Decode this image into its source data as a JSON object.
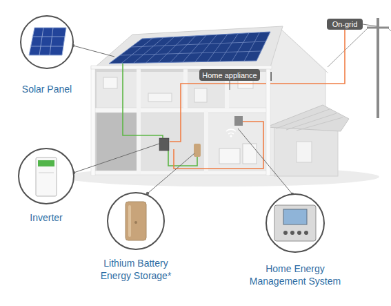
{
  "diagram": {
    "nodes": [
      {
        "text": [
          "Solar Panel"
        ]
      },
      {
        "text": [
          "On-grid"
        ]
      },
      {
        "text": [
          "Home appliance"
        ]
      },
      {
        "text": [
          "Inverter"
        ]
      },
      {
        "text": [
          "Lithium Battery Energy Storage*"
        ]
      },
      {
        "text": [
          "Home Energy Management System"
        ]
      }
    ]
  }
}
